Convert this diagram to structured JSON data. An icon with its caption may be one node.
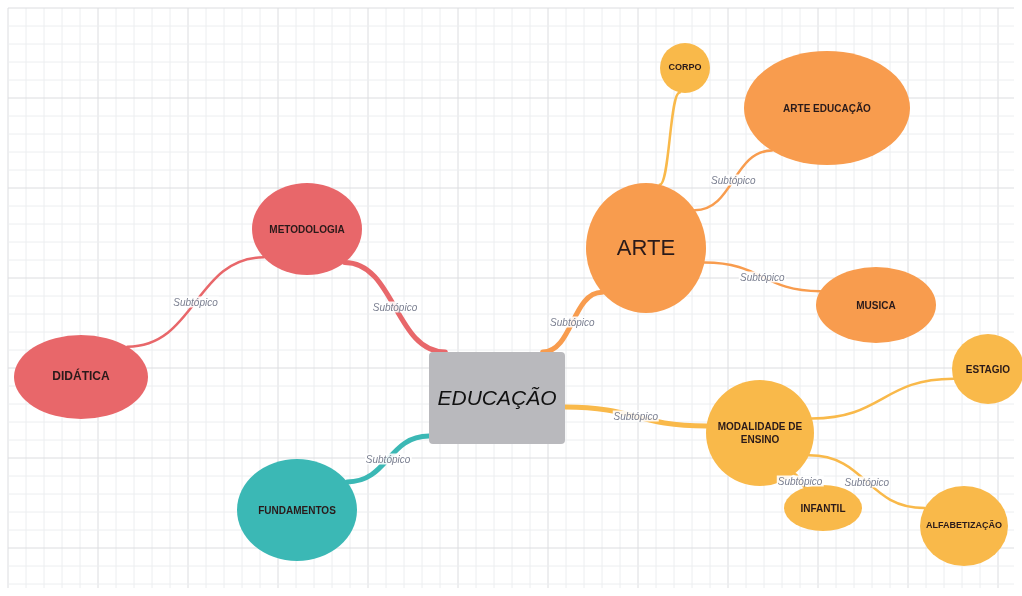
{
  "diagram": {
    "nodes": [
      {
        "text": [
          "EDUCAÇÃO"
        ]
      },
      {
        "text": [
          "METODOLOGIA"
        ]
      },
      {
        "text": [
          "DIDÁTICA"
        ]
      },
      {
        "text": [
          "FUNDAMENTOS"
        ]
      },
      {
        "text": [
          "ARTE"
        ]
      },
      {
        "text": [
          "CORPO"
        ]
      },
      {
        "text": [
          "ARTE EDUCAÇÃO"
        ]
      },
      {
        "text": [
          "MUSICA"
        ]
      },
      {
        "text": [
          "MODALIDADE DE ENSINO"
        ]
      },
      {
        "text": [
          "ESTAGIO"
        ]
      },
      {
        "text": [
          "INFANTIL"
        ]
      },
      {
        "text": [
          "ALFABETIZAÇÃO"
        ]
      }
    ],
    "edges": [
      {
        "from": 0,
        "to": 1,
        "arrow": "none",
        "label": "Subtópico",
        "style": "thick",
        "color": "#e8676a"
      },
      {
        "from": 1,
        "to": 2,
        "arrow": "none",
        "label": "Subtópico",
        "color": "#e8676a"
      },
      {
        "from": 0,
        "to": 3,
        "arrow": "none",
        "label": "Subtópico",
        "style": "thick",
        "color": "#3bb8b5"
      },
      {
        "from": 0,
        "to": 4,
        "arrow": "none",
        "label": "Subtópico",
        "style": "thick",
        "color": "#f89c4e"
      },
      {
        "from": 4,
        "to": 5,
        "arrow": "none"
      },
      {
        "from": 4,
        "to": 6,
        "arrow": "none",
        "label": "Subtópico",
        "color": "#f89c4e"
      },
      {
        "from": 4,
        "to": 7,
        "arrow": "none",
        "label": "Subtópico",
        "color": "#f89c4e"
      },
      {
        "from": 0,
        "to": 8,
        "arrow": "none",
        "label": "Subtópico",
        "style": "thick"
      },
      {
        "from": 8,
        "to": 9,
        "arrow": "none"
      },
      {
        "from": 8,
        "to": 10,
        "arrow": "none",
        "label": "Subtópico"
      },
      {
        "from": 8,
        "to": 11,
        "arrow": "none",
        "label": "Subtópico"
      }
    ]
  }
}
